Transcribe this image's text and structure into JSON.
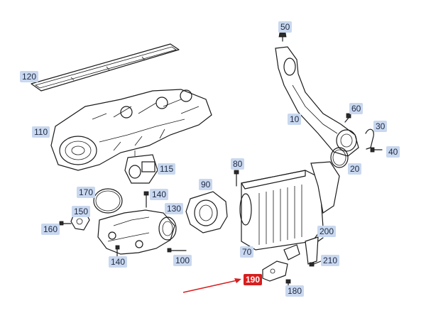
{
  "diagram": {
    "callouts": [
      {
        "id": "50",
        "label": "50",
        "highlight": false
      },
      {
        "id": "120",
        "label": "120",
        "highlight": false
      },
      {
        "id": "10",
        "label": "10",
        "highlight": false
      },
      {
        "id": "60",
        "label": "60",
        "highlight": false
      },
      {
        "id": "110",
        "label": "110",
        "highlight": false
      },
      {
        "id": "30",
        "label": "30",
        "highlight": false
      },
      {
        "id": "40",
        "label": "40",
        "highlight": false
      },
      {
        "id": "80",
        "label": "80",
        "highlight": false
      },
      {
        "id": "20",
        "label": "20",
        "highlight": false
      },
      {
        "id": "115",
        "label": "115",
        "highlight": false
      },
      {
        "id": "90",
        "label": "90",
        "highlight": false
      },
      {
        "id": "170",
        "label": "170",
        "highlight": false
      },
      {
        "id": "140a",
        "label": "140",
        "highlight": false
      },
      {
        "id": "150",
        "label": "150",
        "highlight": false
      },
      {
        "id": "130",
        "label": "130",
        "highlight": false
      },
      {
        "id": "160",
        "label": "160",
        "highlight": false
      },
      {
        "id": "200",
        "label": "200",
        "highlight": false
      },
      {
        "id": "70",
        "label": "70",
        "highlight": false
      },
      {
        "id": "140b",
        "label": "140",
        "highlight": false
      },
      {
        "id": "100",
        "label": "100",
        "highlight": false
      },
      {
        "id": "210",
        "label": "210",
        "highlight": false
      },
      {
        "id": "190",
        "label": "190",
        "highlight": true
      },
      {
        "id": "180",
        "label": "180",
        "highlight": false
      }
    ],
    "highlight_color": "#d81e1e",
    "callout_bg": "#c9d8ef",
    "arrow_color": "#d81e1e"
  }
}
